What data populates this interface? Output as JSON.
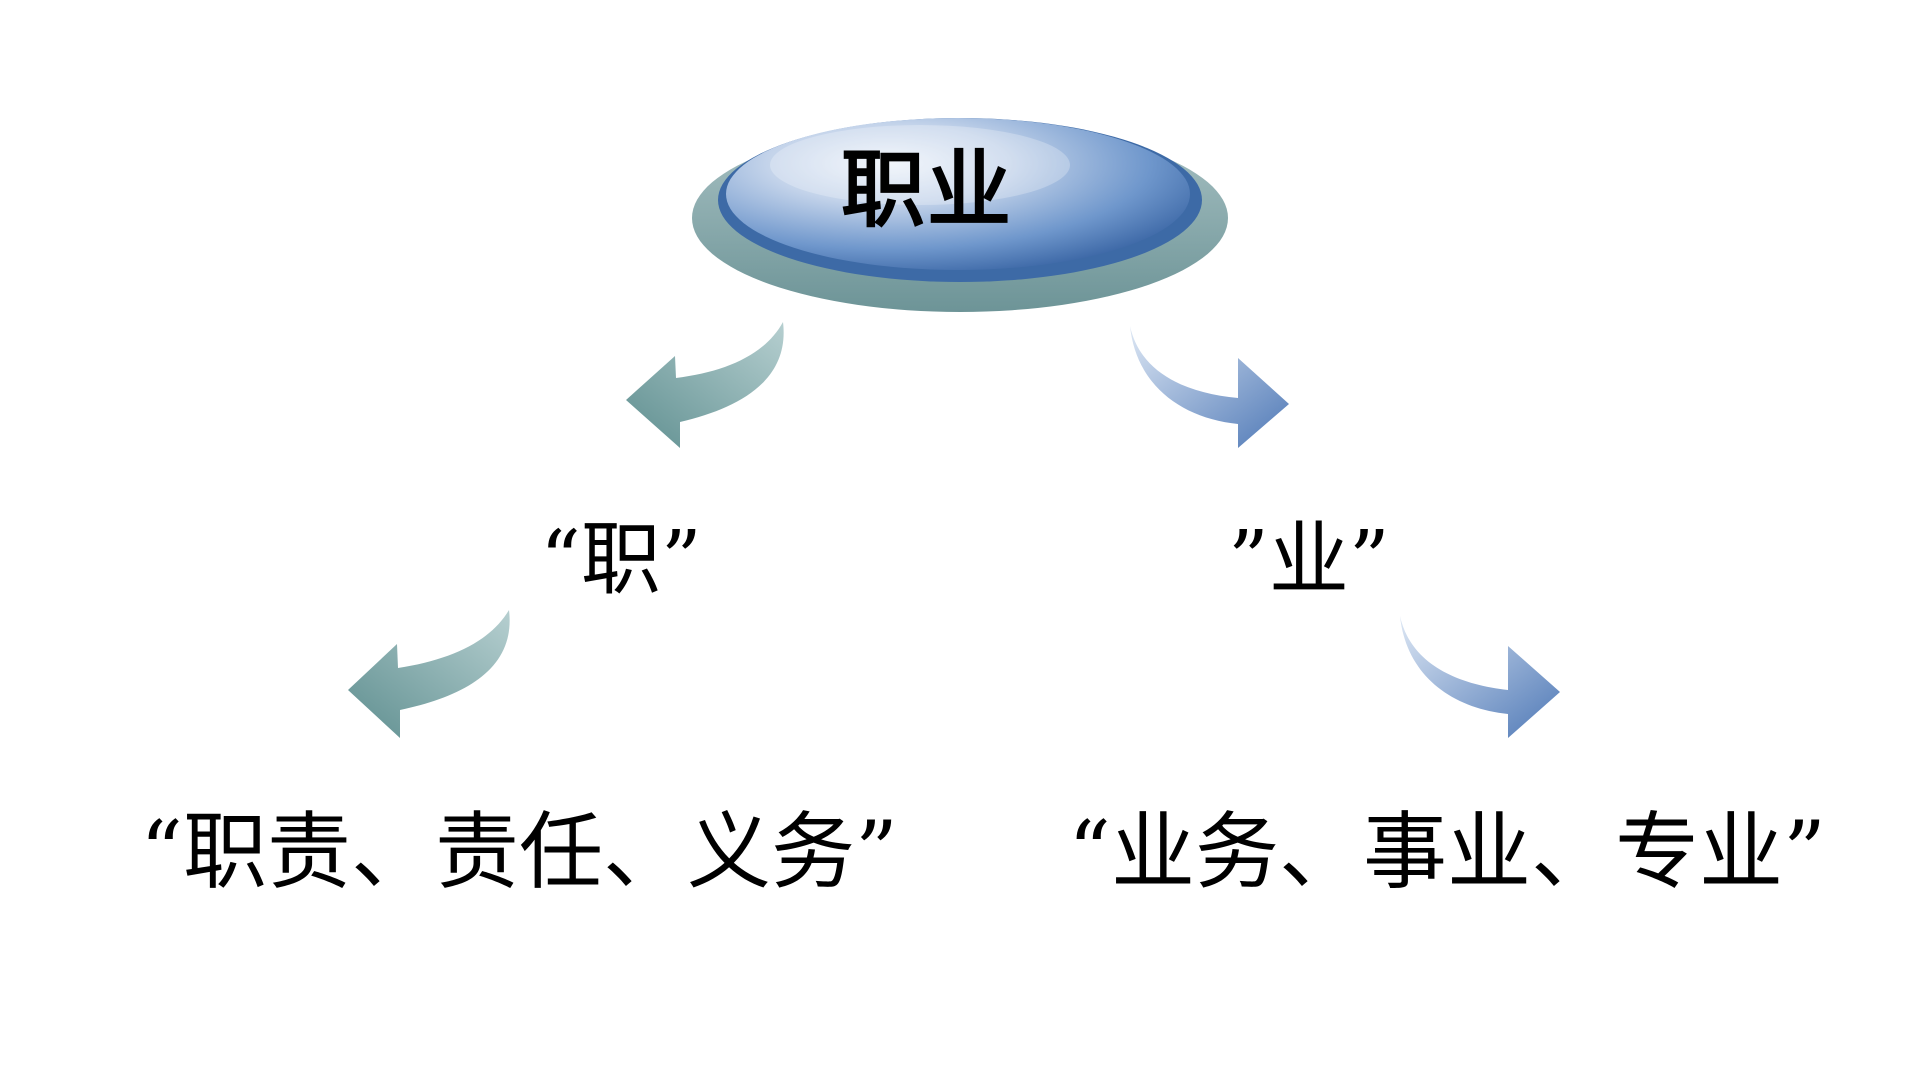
{
  "root": {
    "label": "职业"
  },
  "branches": [
    {
      "label": "“职”",
      "meaning": "“职责、责任、义务”",
      "arrow_color": "#6f9e9e"
    },
    {
      "label": "”业”",
      "meaning": "“业务、事业、专业”",
      "arrow_color": "#5a80bd"
    }
  ],
  "colors": {
    "ellipse_top": "#4f7fbf",
    "ellipse_highlight": "#dfe8f5",
    "ellipse_base": "#7fa3a6",
    "text": "#000000",
    "background": "#ffffff"
  }
}
